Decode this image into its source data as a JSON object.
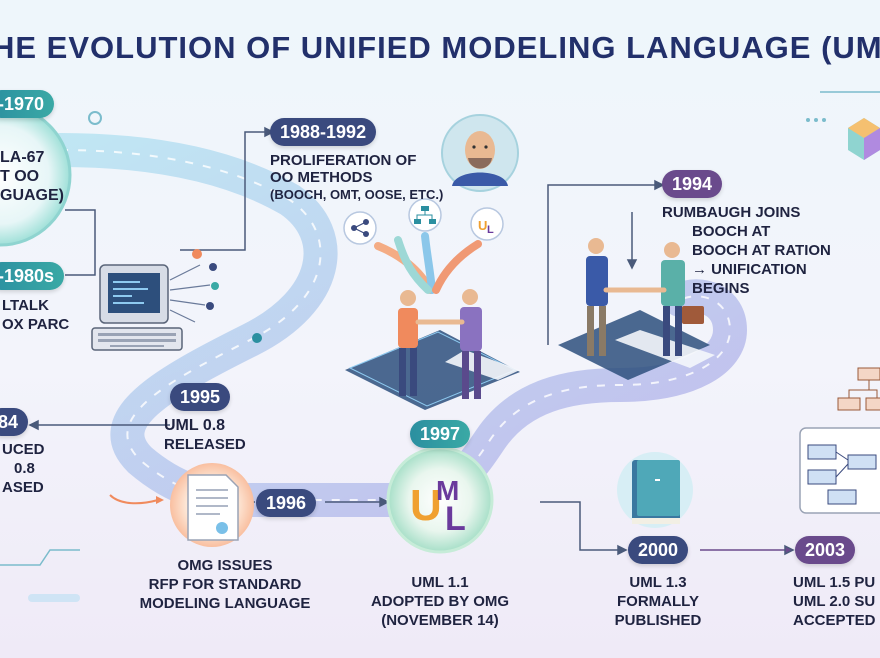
{
  "title": "HE EVOLUTION OF UNIFIED MODELING LANGUAGE (UM",
  "events": {
    "e1970": {
      "year": "-1970",
      "lines": [
        "LA-67",
        "T OO",
        "GUAGE)"
      ]
    },
    "e1980s": {
      "year": "-1980s",
      "lines": [
        "LTALK",
        "OX PARC"
      ]
    },
    "e1988": {
      "year": "1988-1992",
      "lines": [
        "PROLIFERATION OF",
        "OO METHODS",
        "(BOOCH, OMT, OOSE, ETC.)"
      ]
    },
    "e1994": {
      "year": "1994",
      "lines": [
        "RUMBAUGH JOINS",
        "BOOCH AT",
        "BOOCH AT RATION",
        "→ UNIFICATION",
        "BEGINS"
      ]
    },
    "e1995": {
      "year": "1995",
      "lines": [
        "UML 0.8",
        "RELEASED"
      ]
    },
    "e84": {
      "year": "84",
      "lines": [
        "UCED",
        "0.8",
        "ASED"
      ]
    },
    "e1996": {
      "year": "1996",
      "lines": [
        "OMG ISSUES",
        "RFP FOR STANDARD",
        "MODELING LANGUAGE"
      ]
    },
    "e1997": {
      "year": "1997",
      "lines": [
        "UML 1.1",
        "ADOPTED BY OMG",
        "(NOVEMBER 14)"
      ]
    },
    "e2000": {
      "year": "2000",
      "lines": [
        "UML 1.3",
        "FORMALLY",
        "PUBLISHED"
      ]
    },
    "e2003": {
      "year": "2003",
      "lines": [
        "UML 1.5 PU",
        "UML 2.0 SU",
        "ACCEPTED"
      ]
    }
  },
  "colors": {
    "teal": "#2b8fa0",
    "navy": "#3a4a7e",
    "purple": "#6a4a8c",
    "road": "#9fd0ec",
    "title": "#22306b"
  },
  "icons": [
    "computer-icon",
    "person-portrait-icon",
    "handshake-icon",
    "document-icon",
    "book-icon",
    "uml-logo-icon",
    "diagram-icon",
    "cube-icon",
    "share-icon",
    "hierarchy-icon"
  ]
}
